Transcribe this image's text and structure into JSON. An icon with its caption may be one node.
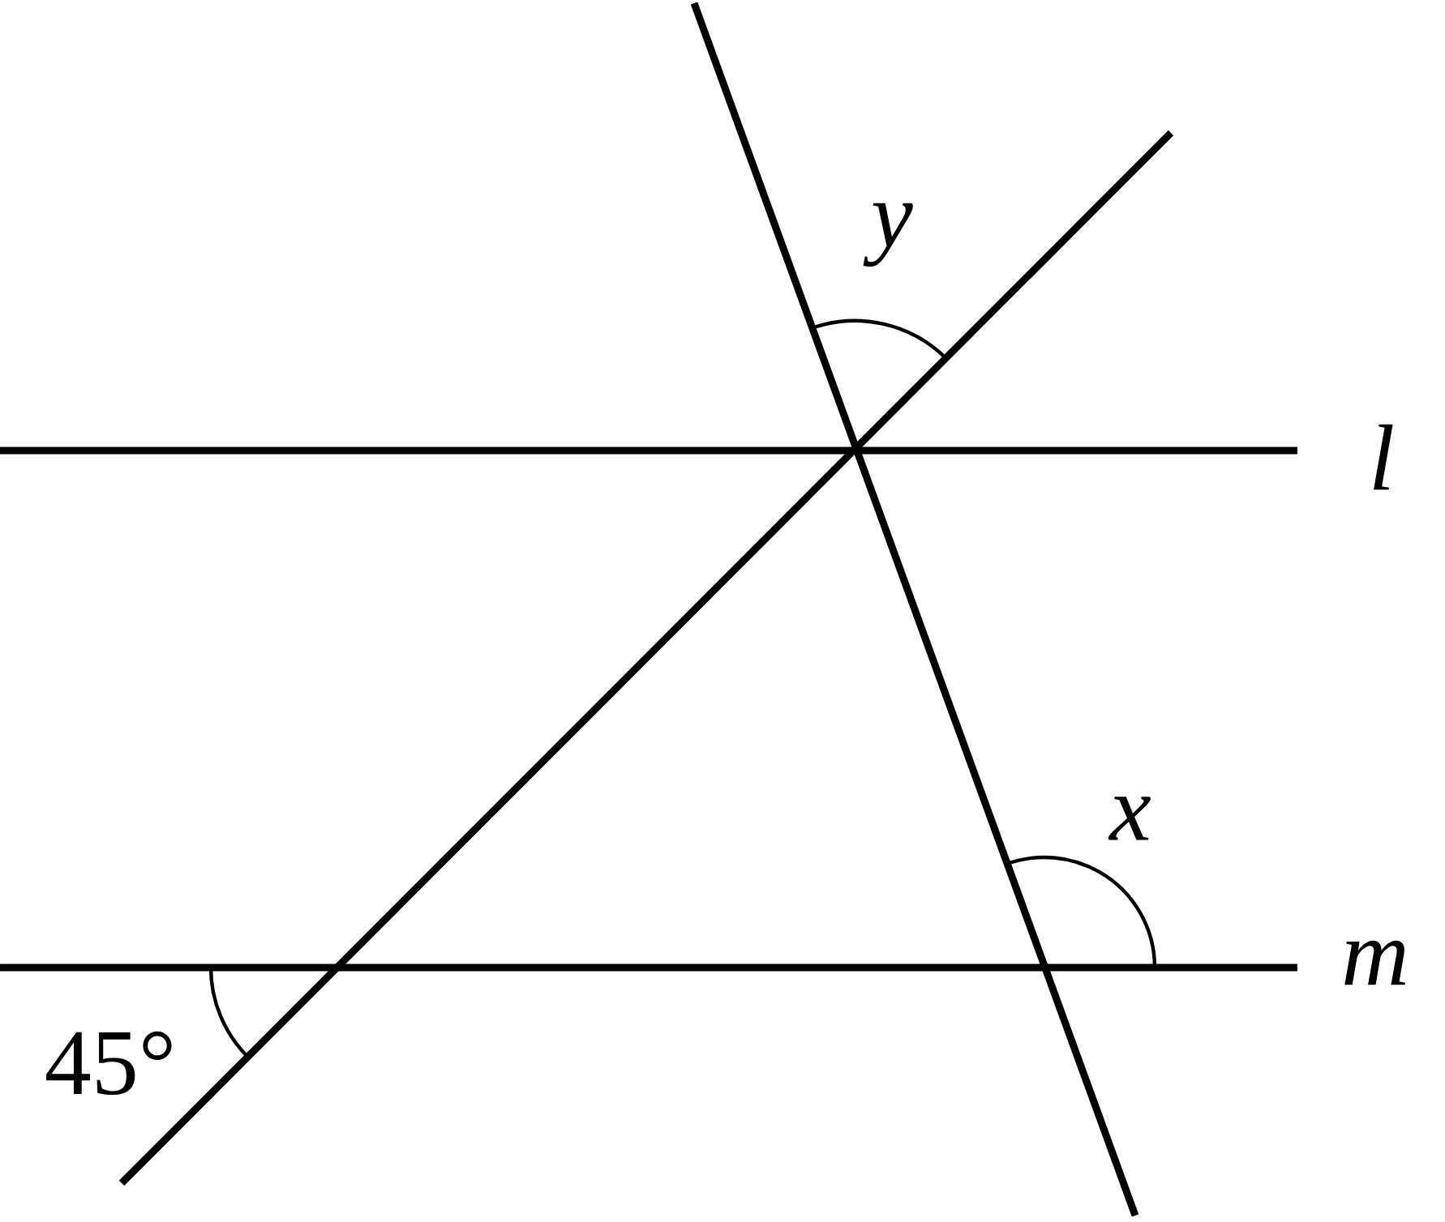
{
  "diagram": {
    "labels": [
      "y",
      "l",
      "x",
      "m",
      "45°"
    ]
  }
}
